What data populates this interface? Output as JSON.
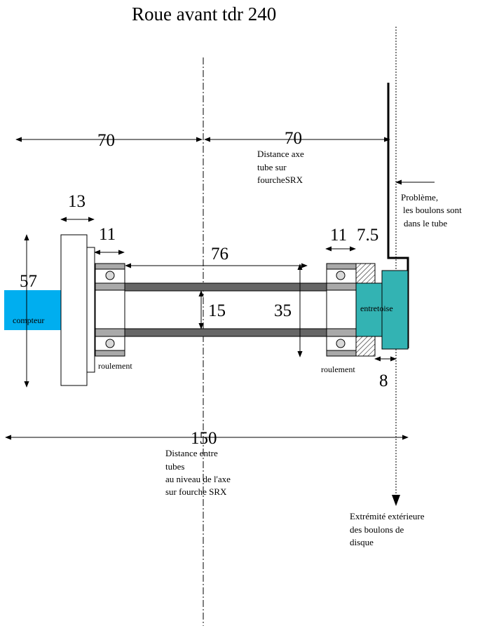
{
  "title": "Roue avant tdr 240",
  "dimensions": {
    "d70_left": "70",
    "d70_right": "70",
    "d13": "13",
    "d11_left": "11",
    "d11_right": "11",
    "d7_5": "7.5",
    "d76": "76",
    "d57": "57",
    "d15": "15",
    "d35": "35",
    "d8": "8",
    "d150": "150"
  },
  "parts": {
    "compteur": "compteur",
    "roulement_left": "roulement",
    "roulement_right": "roulement",
    "entretoise": "entretoise"
  },
  "notes": {
    "distance_axe": [
      "Distance axe",
      "tube sur",
      "fourcheSRX"
    ],
    "probleme": [
      "Problème,",
      "les boulons sont",
      "dans le tube"
    ],
    "distance_entre": [
      "Distance entre",
      "tubes",
      "au niveau de l'axe",
      "sur fourche SRX"
    ],
    "extremite": [
      "Extrémité extérieure",
      "des boulons de",
      "disque"
    ]
  },
  "colors": {
    "compteur": "#00aeef",
    "entretoise": "#33b3b3",
    "bearing_race": "#a9a9a9",
    "axle_tube": "#666666"
  }
}
